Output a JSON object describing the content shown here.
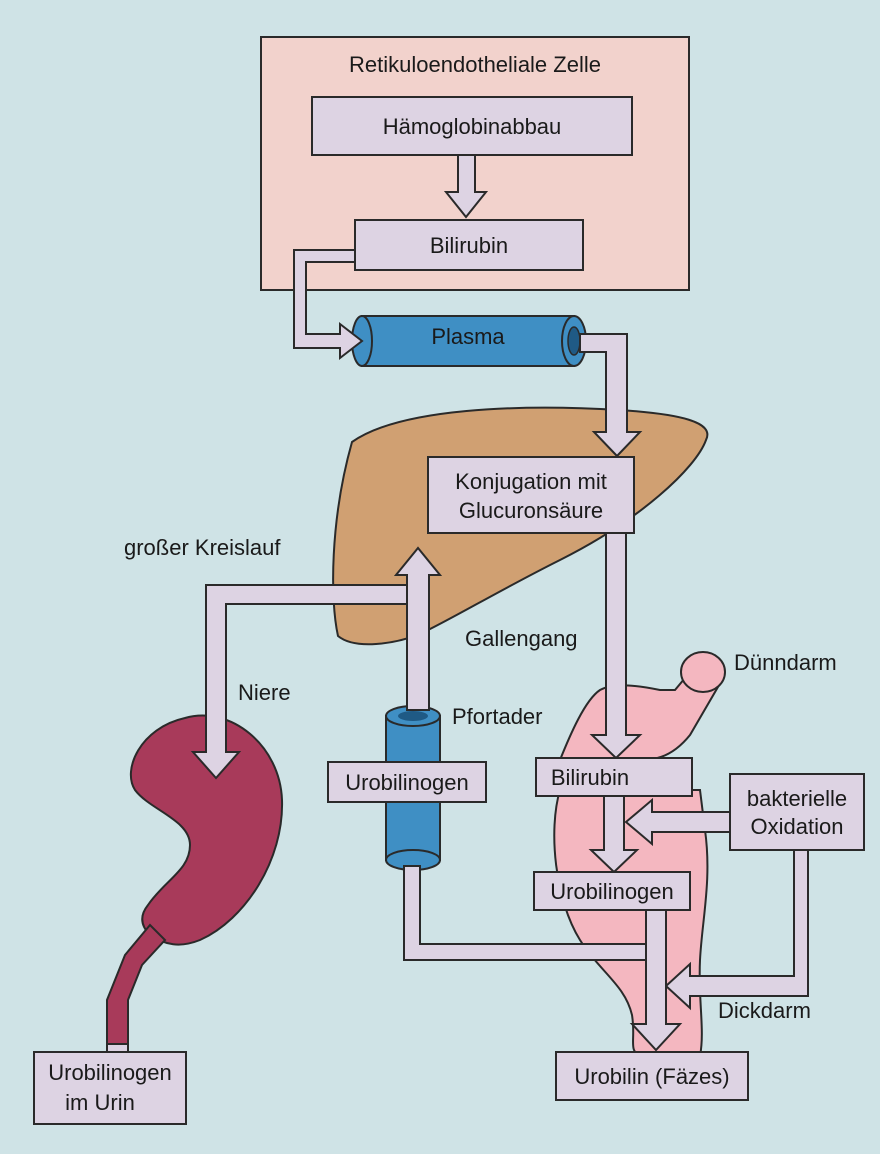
{
  "colors": {
    "background": "#cfe3e6",
    "cell_box": "#f2d2cc",
    "process_box": "#ddd3e3",
    "liver": "#d0a072",
    "vessel": "#3f8fc4",
    "kidney": "#a83a5a",
    "intestine": "#f4b7c0",
    "arrow_fill": "#ddd3e3",
    "outline": "#2a2a2a"
  },
  "labels": {
    "cell": "Retikuloendotheliale Zelle",
    "haemoglobin": "Hämoglobinabbau",
    "bilirubin_top": "Bilirubin",
    "plasma": "Plasma",
    "conjugation_line1": "Konjugation mit",
    "conjugation_line2": "Glucuronsäure",
    "circulation": "großer Kreislauf",
    "bile_duct": "Gallengang",
    "small_intestine": "Dünndarm",
    "kidney": "Niere",
    "portal_vein": "Pfortader",
    "urobilinogen_portal": "Urobilinogen",
    "bilirubin_gut": "Bilirubin",
    "bacterial_line1": "bakterielle",
    "bacterial_line2": "Oxidation",
    "urobilinogen_gut": "Urobilinogen",
    "large_intestine": "Dickdarm",
    "urine_line1": "Urobilinogen",
    "urine_line2": "im Urin",
    "urobilin": "Urobilin (Fäzes)"
  },
  "icons": [
    "liver-shape",
    "kidney-shape",
    "blood-vessel-tube",
    "portal-vein-tube",
    "intestine-shape",
    "flow-arrow"
  ]
}
